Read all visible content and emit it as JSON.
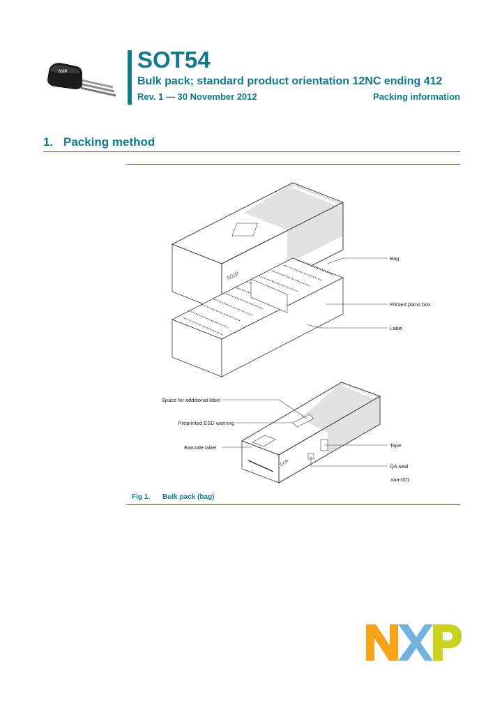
{
  "header": {
    "title": "SOT54",
    "subtitle": "Bulk pack; standard product orientation 12NC ending 412",
    "revision": "Rev. 1 — 30 November 2012",
    "doc_type": "Packing information"
  },
  "section": {
    "number": "1.",
    "title": "Packing method"
  },
  "figure": {
    "labels": {
      "bag": "Bag",
      "printed_box": "Printed plano box",
      "label": "Label",
      "space_additional": "Space for additional label",
      "esd_warning": "Preprinted ESD warning",
      "barcode": "Barcode label",
      "tape": "Tape",
      "qa_seal": "QA seal",
      "code": "aaa-001"
    },
    "caption_number": "Fig 1.",
    "caption_text": "Bulk pack (bag)"
  },
  "colors": {
    "brand_teal": "#0f7a8a",
    "logo_orange": "#f6a31a",
    "logo_blue": "#72b2de",
    "logo_green": "#c9d21f"
  },
  "icons": {
    "package": "sot54-package-icon",
    "logo": "nxp-logo"
  }
}
